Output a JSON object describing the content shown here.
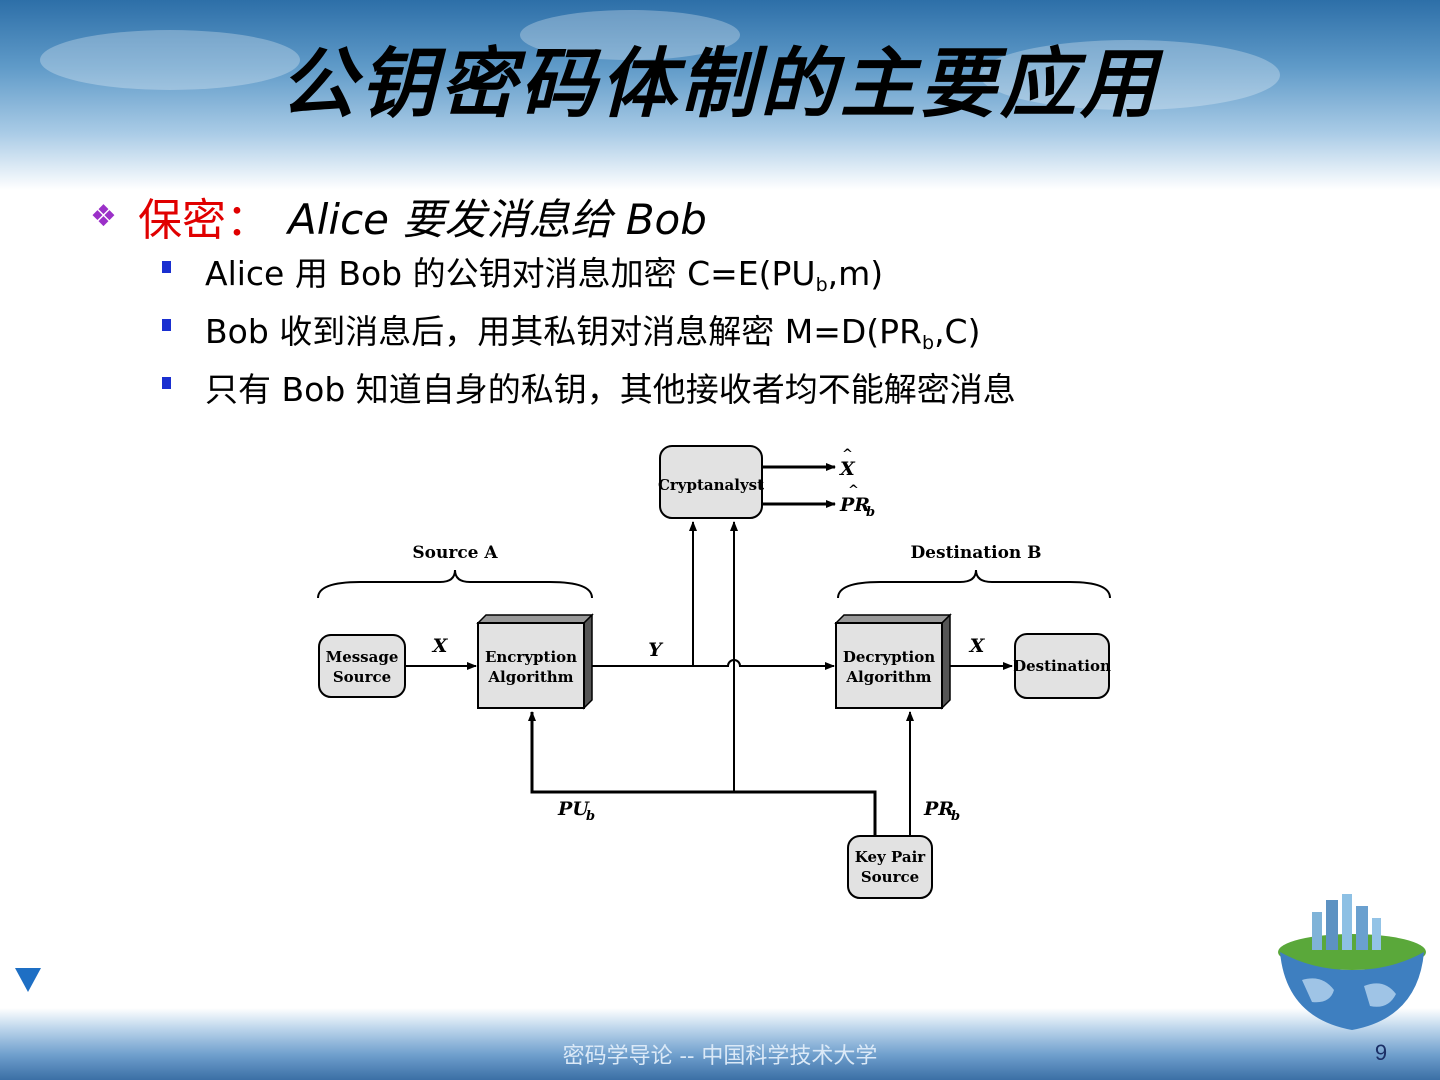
{
  "title": "公钥密码体制的主要应用",
  "main_point": {
    "label": "保密",
    "colon": "：",
    "text": "Alice 要发消息给 Bob"
  },
  "sub_points": [
    {
      "text_before": "Alice 用 Bob 的公钥对消息加密 C=E(PU",
      "subscript": "b",
      "text_after": ",m)"
    },
    {
      "text_before": "Bob 收到消息后，用其私钥对消息解密 M=D(PR",
      "subscript": "b",
      "text_after": ",C)"
    },
    {
      "text": "只有 Bob 知道自身的私钥，其他接收者均不能解密消息"
    }
  ],
  "diagram": {
    "cryptanalyst": "Cryptanalyst",
    "source_header": "Source A",
    "destination_header": "Destination B",
    "message_source": [
      "Message",
      "Source"
    ],
    "encryption": [
      "Encryption",
      "Algorithm"
    ],
    "decryption": [
      "Decryption",
      "Algorithm"
    ],
    "destination": "Destination",
    "key_pair_source": [
      "Key Pair",
      "Source"
    ],
    "x_label": "X",
    "y_label": "Y",
    "x_hat": "X",
    "hat": "^",
    "pr_main": "PR",
    "pu_main": "PU",
    "key_sub": "b"
  },
  "footer": "密码学导论 -- 中国科学技术大学",
  "page_number": "9",
  "colors": {
    "title_text": "#000000",
    "point_label": "#e00000",
    "diamond_bullet": "#9b30c8",
    "square_bullet": "#1a2fd0",
    "nav_arrow": "#1e6fc4",
    "box_fill": "#e2e2e2",
    "box_shadow": "#555555"
  },
  "icons": {
    "main_bullet": "diamond-cluster-icon",
    "sub_bullet": "square-bullet-icon",
    "nav": "triangle-down-icon",
    "decoration": "globe-city-icon"
  }
}
